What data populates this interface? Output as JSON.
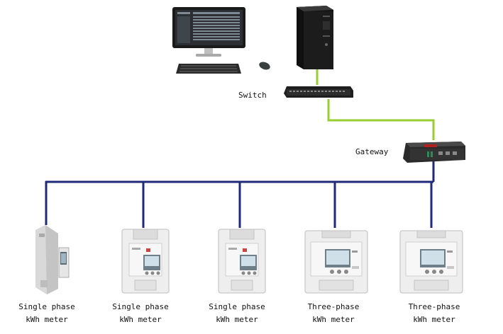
{
  "labels": {
    "switch": "Switch",
    "gateway": "Gateway"
  },
  "meters": [
    {
      "line1": "Single phase",
      "line2": "kWh meter",
      "icon": "din-rail-single-phase-1p-meter-icon"
    },
    {
      "line1": "Single phase",
      "line2": "kWh meter",
      "icon": "din-rail-single-phase-2p-meter-icon"
    },
    {
      "line1": "Single phase",
      "line2": "kWh meter",
      "icon": "din-rail-single-phase-2p-meter-icon"
    },
    {
      "line1": "Three-phase",
      "line2": "kWh meter",
      "icon": "din-rail-three-phase-meter-icon"
    },
    {
      "line1": "Three-phase",
      "line2": "kWh meter",
      "icon": "din-rail-three-phase-meter-icon"
    }
  ],
  "devices": {
    "computer": "desktop-computer-icon",
    "switch": "network-switch-icon",
    "gateway": "gateway-icon"
  },
  "colors": {
    "ethernet_link": "#9acd32",
    "rs485_bus": "#1f2a7a"
  }
}
